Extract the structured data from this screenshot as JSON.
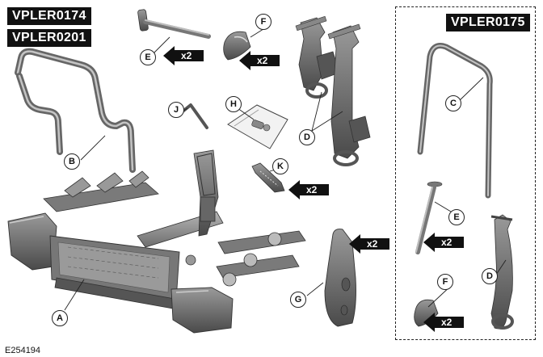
{
  "kit_tags": [
    "VPLER0174",
    "VPLER0201",
    "VPLER0175"
  ],
  "figure_ref": "E254194",
  "callouts": [
    "A",
    "B",
    "C",
    "D",
    "E",
    "F",
    "G",
    "H",
    "J",
    "K"
  ],
  "quantity_label": "x2",
  "colors": {
    "part_fill": "#8a8a8a",
    "part_dark": "#555555",
    "tag_bg": "#111111"
  },
  "parts": {
    "A": "bike carrier base with licence plate panel and lights",
    "B": "frame support arm",
    "C": "frame support arm",
    "D": "wheel holder arm",
    "E": "retaining pin",
    "F": "end cap",
    "G": "clamp cover",
    "H": "fixing kit bag",
    "J": "hex key",
    "K": "strap"
  }
}
